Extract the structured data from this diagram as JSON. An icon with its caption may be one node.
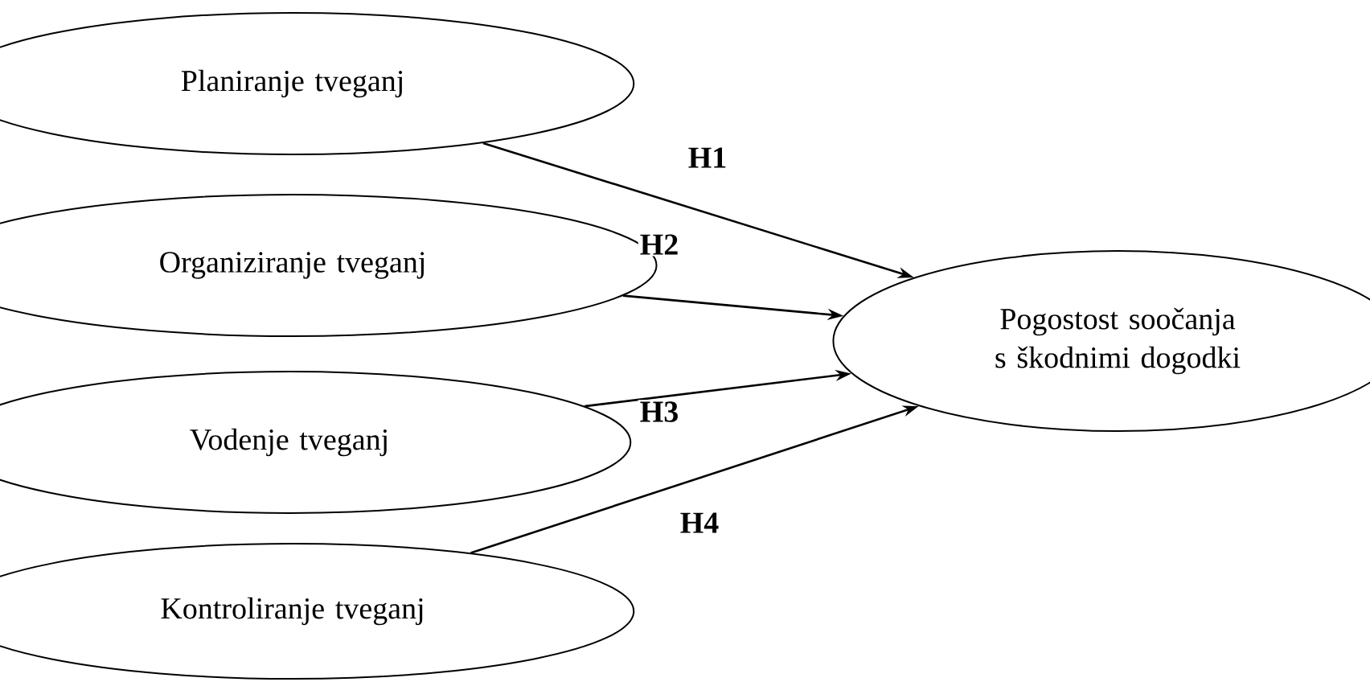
{
  "diagram": {
    "nodes": [
      {
        "text": [
          "Planiranje tveganj"
        ]
      },
      {
        "text": [
          "Organiziranje tveganj"
        ]
      },
      {
        "text": [
          "Vodenje tveganj"
        ]
      },
      {
        "text": [
          "Kontroliranje tveganj"
        ]
      },
      {
        "text": [
          "Pogostost soočanja s škodnimi dogodki"
        ]
      }
    ],
    "edges": [
      {
        "from": 0,
        "to": 4,
        "arrow": "to",
        "label": "H1"
      },
      {
        "from": 1,
        "to": 4,
        "arrow": "to",
        "label": "H2"
      },
      {
        "from": 2,
        "to": 4,
        "arrow": "to",
        "label": "H3"
      },
      {
        "from": 3,
        "to": 4,
        "arrow": "to",
        "label": "H4"
      }
    ]
  }
}
